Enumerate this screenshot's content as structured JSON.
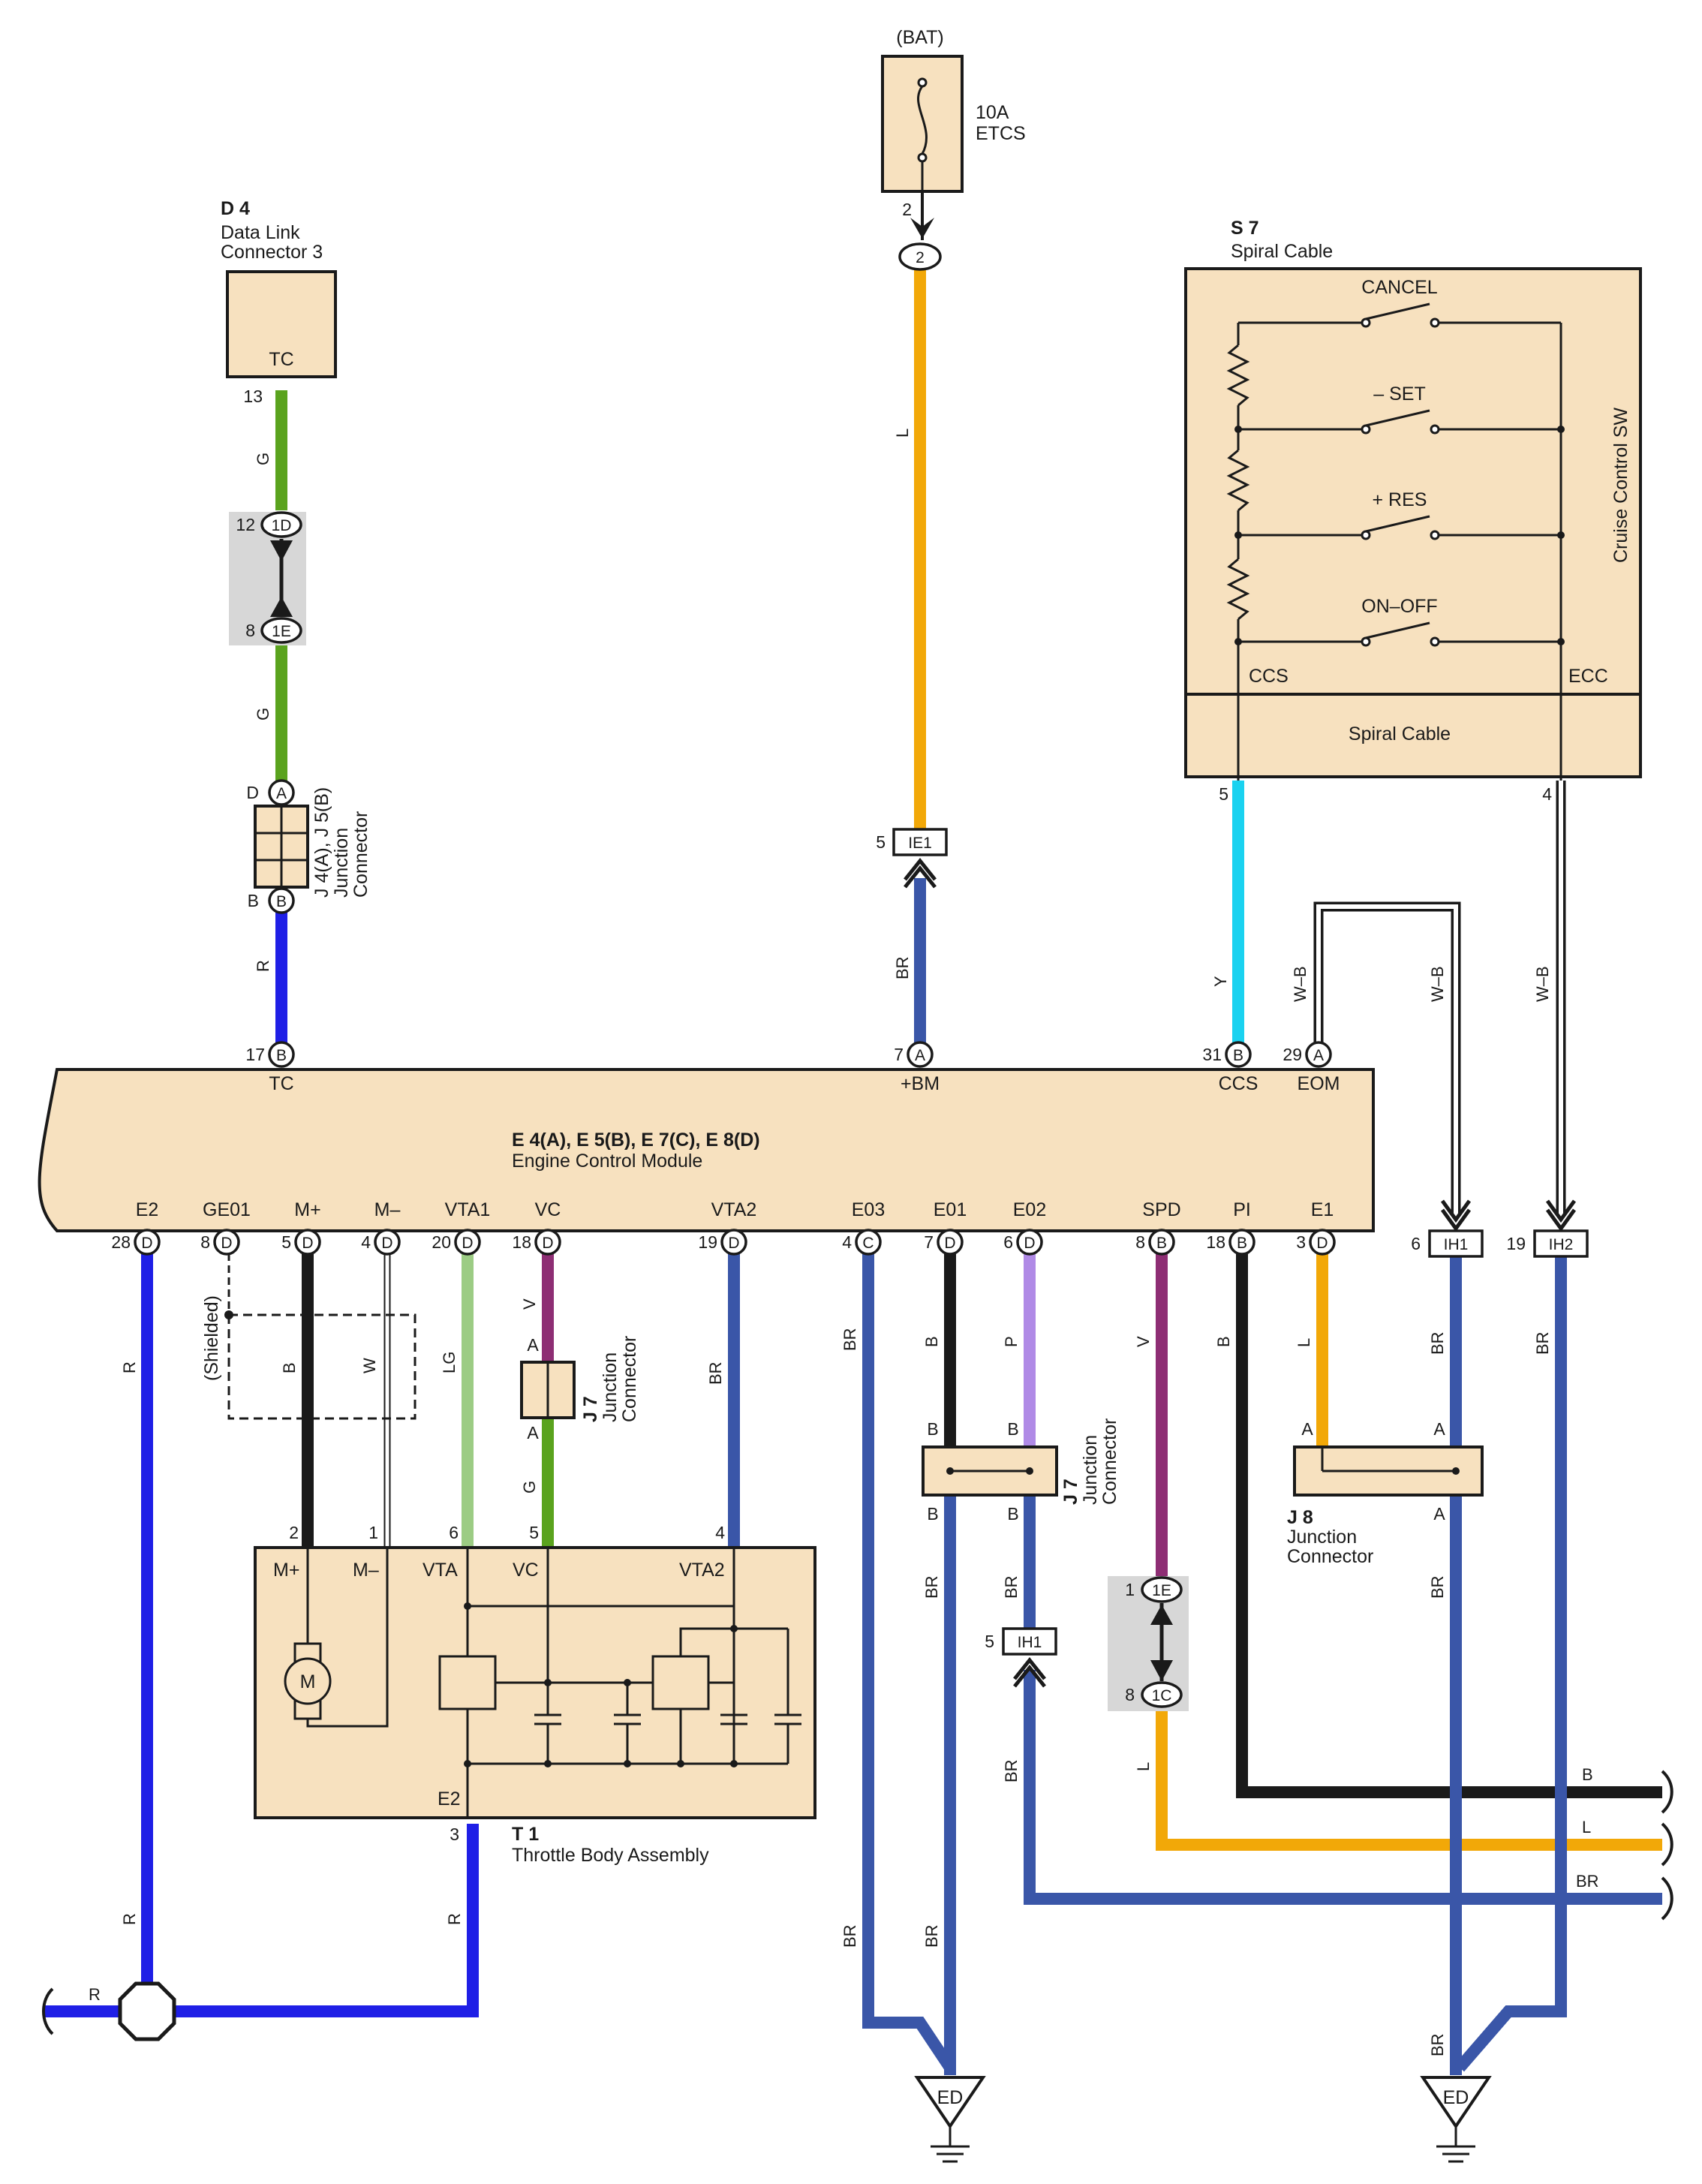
{
  "components": {
    "d4": {
      "code": "D 4",
      "name_line1": "Data Link",
      "name_line2": "Connector 3",
      "terminal": "TC",
      "pin": "13"
    },
    "bat": {
      "source": "(BAT)",
      "fuse_rating": "10A",
      "fuse_name": "ETCS",
      "pin": "2",
      "oval": "2"
    },
    "s7": {
      "code": "S 7",
      "name": "Spiral Cable",
      "sw_cancel": "CANCEL",
      "sw_set": "– SET",
      "sw_res": "+ RES",
      "sw_onoff": "ON–OFF",
      "term_ccs": "CCS",
      "term_ecc": "ECC",
      "side_label": "Cruise Control SW",
      "lower_label": "Spiral Cable",
      "pin_ccs": "5",
      "pin_ecc": "4"
    },
    "junction_1d_1e": {
      "upper_pin": "12",
      "upper_oval": "1D",
      "lower_pin": "8",
      "lower_oval": "1E"
    },
    "j4j5": {
      "name_line1": "J 4(A), J 5(B)",
      "name_line2": "Junction",
      "name_line3": "Connector",
      "top_pin": "D",
      "top_letter": "A",
      "bot_pin": "B",
      "bot_letter": "B"
    },
    "ie1": {
      "pin": "5",
      "label": "IE1"
    },
    "ecm": {
      "title": "E 4(A), E 5(B), E 7(C), E 8(D)",
      "subtitle": "Engine Control Module",
      "top_terms": [
        {
          "pin": "17",
          "conn": "B",
          "name": "TC"
        },
        {
          "pin": "7",
          "conn": "A",
          "name": "+BM"
        },
        {
          "pin": "31",
          "conn": "B",
          "name": "CCS"
        },
        {
          "pin": "29",
          "conn": "A",
          "name": "EOM"
        }
      ],
      "bottom_terms": [
        {
          "pin": "28",
          "conn": "D",
          "name": "E2"
        },
        {
          "pin": "8",
          "conn": "D",
          "name": "GE01"
        },
        {
          "pin": "5",
          "conn": "D",
          "name": "M+"
        },
        {
          "pin": "4",
          "conn": "D",
          "name": "M–"
        },
        {
          "pin": "20",
          "conn": "D",
          "name": "VTA1"
        },
        {
          "pin": "18",
          "conn": "D",
          "name": "VC"
        },
        {
          "pin": "19",
          "conn": "D",
          "name": "VTA2"
        },
        {
          "pin": "4",
          "conn": "C",
          "name": "E03"
        },
        {
          "pin": "7",
          "conn": "D",
          "name": "E01"
        },
        {
          "pin": "6",
          "conn": "D",
          "name": "E02"
        },
        {
          "pin": "8",
          "conn": "B",
          "name": "SPD"
        },
        {
          "pin": "18",
          "conn": "B",
          "name": "PI"
        },
        {
          "pin": "3",
          "conn": "D",
          "name": "E1"
        }
      ]
    },
    "ih1_top": {
      "pin": "6",
      "label": "IH1"
    },
    "ih2_top": {
      "pin": "19",
      "label": "IH2"
    },
    "ih1_mid": {
      "pin": "5",
      "label": "IH1"
    },
    "shielded": "(Shielded)",
    "j7a": {
      "name_line1": "J 7",
      "name_line2": "Junction",
      "name_line3": "Connector",
      "top_letter": "A",
      "bot_letter": "A"
    },
    "j7b": {
      "name_line1": "J 7",
      "name_line2": "Junction",
      "name_line3": "Connector",
      "tl": "B",
      "tr": "B",
      "bl": "B",
      "br": "B"
    },
    "j8": {
      "name_line1": "J 8",
      "name_line2": "Junction",
      "name_line3": "Connector",
      "tl": "A",
      "tr": "A",
      "br": "A"
    },
    "junction_1e_1c": {
      "upper_pin": "1",
      "upper_oval": "1E",
      "lower_pin": "8",
      "lower_oval": "1C"
    },
    "t1": {
      "code": "T 1",
      "name": "Throttle Body Assembly",
      "terms": [
        "M+",
        "M–",
        "VTA",
        "VC",
        "VTA2",
        "E2"
      ],
      "motor": "M",
      "pins": {
        "mplus": "2",
        "mminus": "1",
        "vta": "6",
        "vc": "5",
        "vta2": "4",
        "e2": "3"
      }
    },
    "grounds": {
      "left": "ED",
      "right": "ED"
    },
    "right_edge_labels": {
      "b": "B",
      "l": "L",
      "br": "BR"
    },
    "left_edge_label": "R"
  },
  "wire_colors": {
    "G": "#5aa31e",
    "R": "#1f1fe6",
    "L": "#f2a808",
    "BR": "#3a56a8",
    "Y": "#1ad2f0",
    "B": "#1a1a1a",
    "LG": "#9ccc84",
    "V": "#8e2e74",
    "P": "#b08ae6",
    "WB": "#1a1a1a"
  },
  "wire_labels": {
    "g_upper": "G",
    "g_lower": "G",
    "r_tc": "R",
    "l_top": "L",
    "br_bm": "BR",
    "y": "Y",
    "wb1": "W–B",
    "wb2": "W–B",
    "wb3": "W–B",
    "r_e2": "R",
    "b_m": "B",
    "w_m": "W",
    "lg": "LG",
    "v_vc": "V",
    "g_vc": "G",
    "br_vta2": "BR",
    "br_e03": "BR",
    "b_e01": "B",
    "p_e02": "P",
    "v_spd": "V",
    "b_pi": "B",
    "l_e1": "L",
    "br_ih1": "BR",
    "br_ih2": "BR",
    "br_j7b_l": "BR",
    "br_j7b_r": "BR",
    "br_ih1m": "BR",
    "l_1c": "L",
    "br_j8": "BR",
    "r_left": "R",
    "r_t1": "R",
    "br_g1": "BR",
    "br_g2": "BR",
    "br_g3": "BR"
  }
}
